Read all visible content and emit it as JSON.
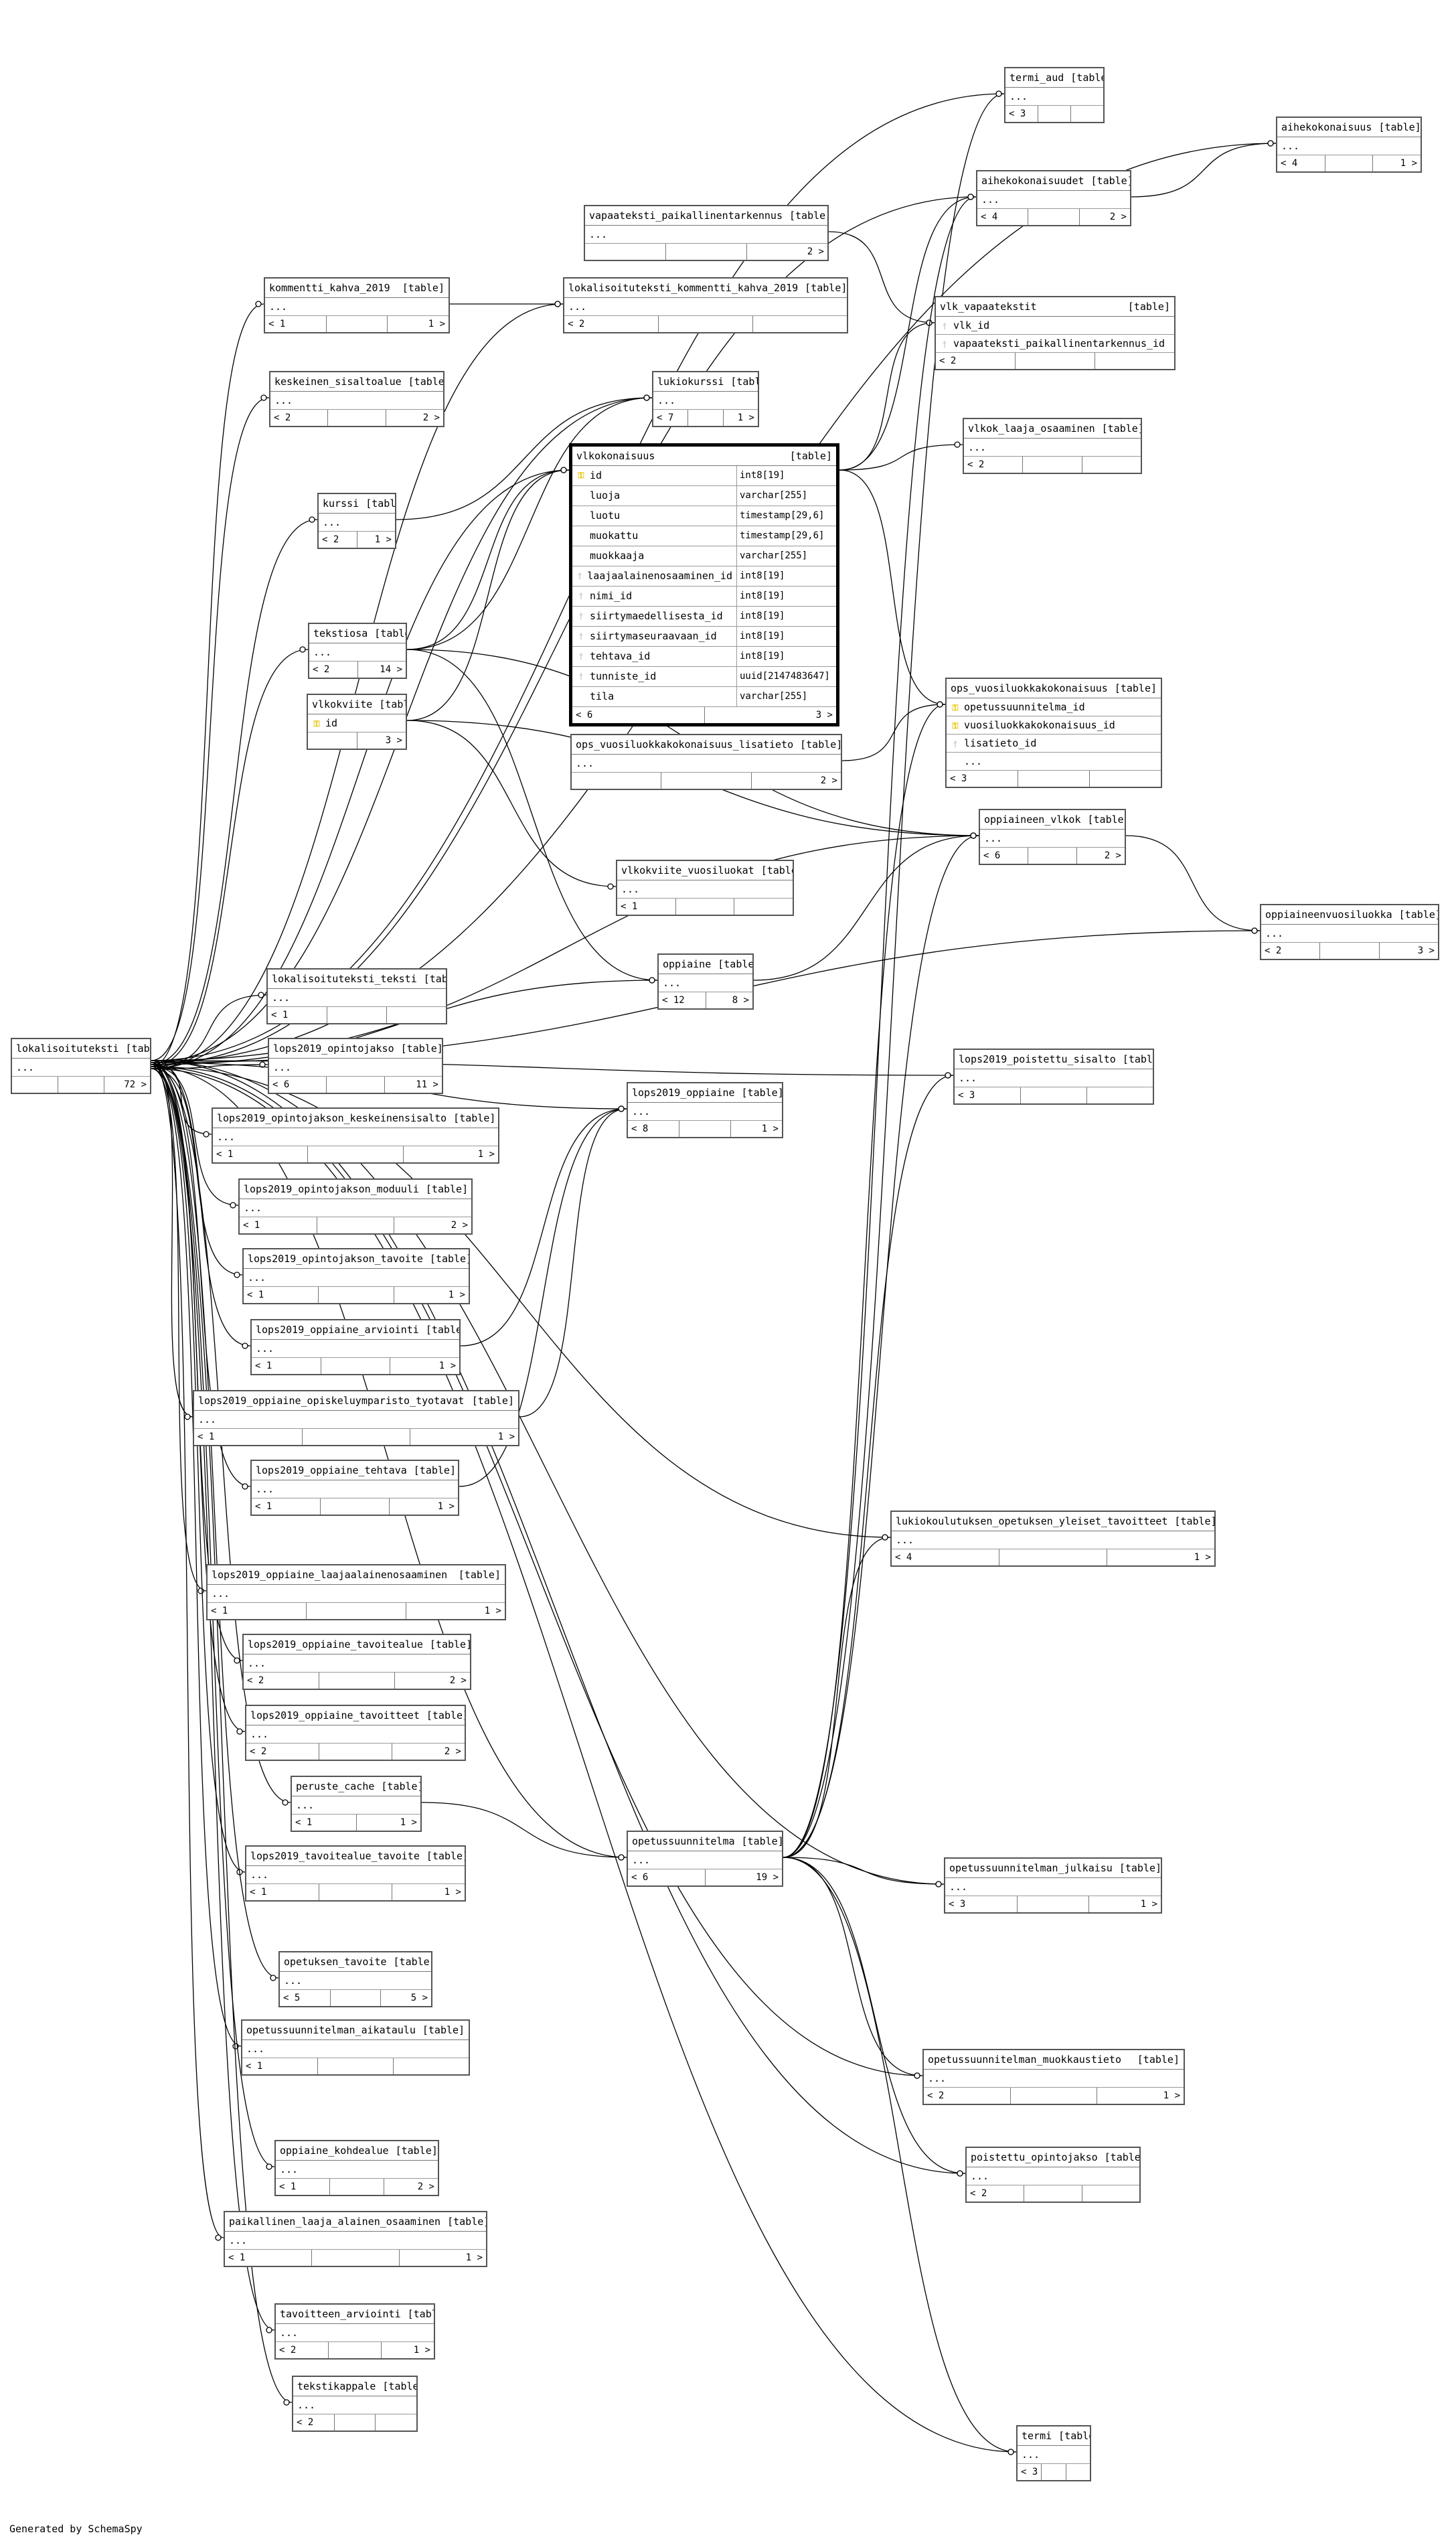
{
  "tables": [
    {
      "id": "termi_aud",
      "name": "termi_aud",
      "kind": "[table]",
      "rows": [
        "..."
      ],
      "footer": [
        "< 3",
        "",
        ""
      ]
    },
    {
      "id": "aihekokonaisuus",
      "name": "aihekokonaisuus",
      "kind": "[table]",
      "rows": [
        "..."
      ],
      "footer": [
        "< 4",
        "",
        "1 >"
      ]
    },
    {
      "id": "aihekokonaisuudet",
      "name": "aihekokonaisuudet",
      "kind": "[table]",
      "rows": [
        "..."
      ],
      "footer": [
        "< 4",
        "",
        "2 >"
      ]
    },
    {
      "id": "vapaateksti_paikallinentarkennus",
      "name": "vapaateksti_paikallinentarkennus",
      "kind": "[table]",
      "rows": [
        "..."
      ],
      "footer": [
        "",
        "",
        "2 >"
      ]
    },
    {
      "id": "kommentti_kahva_2019",
      "name": "kommentti_kahva_2019",
      "kind": "[table]",
      "rows": [
        "..."
      ],
      "footer": [
        "< 1",
        "",
        "1 >"
      ]
    },
    {
      "id": "lokalisoituteksti_kommentti_kahva_2019",
      "name": "lokalisoituteksti_kommentti_kahva_2019",
      "kind": "[table]",
      "rows": [
        "..."
      ],
      "footer": [
        "< 2",
        "",
        ""
      ]
    },
    {
      "id": "vlk_vapaatekstit",
      "name": "vlk_vapaatekstit",
      "kind": "[table]",
      "cols": [
        {
          "name": "vlk_id",
          "icon": "fk"
        },
        {
          "name": "vapaateksti_paikallinentarkennus_id",
          "icon": "fk"
        }
      ],
      "footer": [
        "< 2",
        "",
        ""
      ]
    },
    {
      "id": "keskeinen_sisaltoalue",
      "name": "keskeinen_sisaltoalue",
      "kind": "[table]",
      "rows": [
        "..."
      ],
      "footer": [
        "< 2",
        "",
        "2 >"
      ]
    },
    {
      "id": "lukiokurssi",
      "name": "lukiokurssi",
      "kind": "[table]",
      "rows": [
        "..."
      ],
      "footer": [
        "< 7",
        "",
        "1 >"
      ]
    },
    {
      "id": "vlkok_laaja_osaaminen",
      "name": "vlkok_laaja_osaaminen",
      "kind": "[table]",
      "rows": [
        "..."
      ],
      "footer": [
        "< 2",
        "",
        ""
      ]
    },
    {
      "id": "kurssi",
      "name": "kurssi",
      "kind": "[table]",
      "rows": [
        "..."
      ],
      "footer": [
        "< 2",
        "1 >"
      ]
    },
    {
      "id": "tekstiosa",
      "name": "tekstiosa",
      "kind": "[table]",
      "rows": [
        "..."
      ],
      "footer": [
        "< 2",
        "14 >"
      ]
    },
    {
      "id": "vlkokviite",
      "name": "vlkokviite",
      "kind": "[table]",
      "cols": [
        {
          "name": "id",
          "icon": "pk"
        }
      ],
      "footer": [
        "",
        "3 >"
      ]
    },
    {
      "id": "ops_vuosiluokkakokonaisuus_lisatieto",
      "name": "ops_vuosiluokkakokonaisuus_lisatieto",
      "kind": "[table]",
      "rows": [
        "..."
      ],
      "footer": [
        "",
        "",
        "2 >"
      ]
    },
    {
      "id": "ops_vuosiluokkakokonaisuus",
      "name": "ops_vuosiluokkakokonaisuus",
      "kind": "[table]",
      "cols": [
        {
          "name": "opetussuunnitelma_id",
          "icon": "pk"
        },
        {
          "name": "vuosiluokkakokonaisuus_id",
          "icon": "pk"
        },
        {
          "name": "lisatieto_id",
          "icon": "fk"
        },
        {
          "name": "...",
          "icon": ""
        }
      ],
      "footer": [
        "< 3",
        "",
        ""
      ]
    },
    {
      "id": "oppiaineen_vlkok",
      "name": "oppiaineen_vlkok",
      "kind": "[table]",
      "rows": [
        "..."
      ],
      "footer": [
        "< 6",
        "",
        "2 >"
      ]
    },
    {
      "id": "vlkokviite_vuosiluokat",
      "name": "vlkokviite_vuosiluokat",
      "kind": "[table]",
      "rows": [
        "..."
      ],
      "footer": [
        "< 1",
        "",
        ""
      ]
    },
    {
      "id": "oppiaineenvuosiluokka",
      "name": "oppiaineenvuosiluokka",
      "kind": "[table]",
      "rows": [
        "..."
      ],
      "footer": [
        "< 2",
        "",
        "3 >"
      ]
    },
    {
      "id": "oppiaine",
      "name": "oppiaine",
      "kind": "[table]",
      "rows": [
        "..."
      ],
      "footer": [
        "< 12",
        "8 >"
      ]
    },
    {
      "id": "lokalisoituteksti_teksti",
      "name": "lokalisoituteksti_teksti",
      "kind": "[table]",
      "rows": [
        "..."
      ],
      "footer": [
        "< 1",
        "",
        ""
      ]
    },
    {
      "id": "lokalisoituteksti",
      "name": "lokalisoituteksti",
      "kind": "[table]",
      "rows": [
        "..."
      ],
      "footer": [
        "",
        "",
        "72 >"
      ]
    },
    {
      "id": "lops2019_opintojakso",
      "name": "lops2019_opintojakso",
      "kind": "[table]",
      "rows": [
        "..."
      ],
      "footer": [
        "< 6",
        "",
        "11 >"
      ]
    },
    {
      "id": "lops2019_poistettu_sisalto",
      "name": "lops2019_poistettu_sisalto",
      "kind": "[table]",
      "rows": [
        "..."
      ],
      "footer": [
        "< 3",
        "",
        ""
      ]
    },
    {
      "id": "lops2019_oppiaine",
      "name": "lops2019_oppiaine",
      "kind": "[table]",
      "rows": [
        "..."
      ],
      "footer": [
        "< 8",
        "",
        "1 >"
      ]
    },
    {
      "id": "lops2019_opintojakson_keskeinensisalto",
      "name": "lops2019_opintojakson_keskeinensisalto",
      "kind": "[table]",
      "rows": [
        "..."
      ],
      "footer": [
        "< 1",
        "",
        "1 >"
      ]
    },
    {
      "id": "lops2019_opintojakson_moduuli",
      "name": "lops2019_opintojakson_moduuli",
      "kind": "[table]",
      "rows": [
        "..."
      ],
      "footer": [
        "< 1",
        "",
        "2 >"
      ]
    },
    {
      "id": "lops2019_opintojakson_tavoite",
      "name": "lops2019_opintojakson_tavoite",
      "kind": "[table]",
      "rows": [
        "..."
      ],
      "footer": [
        "< 1",
        "",
        "1 >"
      ]
    },
    {
      "id": "lops2019_oppiaine_arviointi",
      "name": "lops2019_oppiaine_arviointi",
      "kind": "[table]",
      "rows": [
        "..."
      ],
      "footer": [
        "< 1",
        "",
        "1 >"
      ]
    },
    {
      "id": "lops2019_oppiaine_opiskeluymparisto_tyotavat",
      "name": "lops2019_oppiaine_opiskeluymparisto_tyotavat",
      "kind": "[table]",
      "rows": [
        "..."
      ],
      "footer": [
        "< 1",
        "",
        "1 >"
      ]
    },
    {
      "id": "lops2019_oppiaine_tehtava",
      "name": "lops2019_oppiaine_tehtava",
      "kind": "[table]",
      "rows": [
        "..."
      ],
      "footer": [
        "< 1",
        "",
        "1 >"
      ]
    },
    {
      "id": "lukiokoulutuksen_opetuksen_yleiset_tavoitteet",
      "name": "lukiokoulutuksen_opetuksen_yleiset_tavoitteet",
      "kind": "[table]",
      "rows": [
        "..."
      ],
      "footer": [
        "< 4",
        "",
        "1 >"
      ]
    },
    {
      "id": "lops2019_oppiaine_laajaalainenosaaminen",
      "name": "lops2019_oppiaine_laajaalainenosaaminen",
      "kind": "[table]",
      "rows": [
        "..."
      ],
      "footer": [
        "< 1",
        "",
        "1 >"
      ]
    },
    {
      "id": "lops2019_oppiaine_tavoitealue",
      "name": "lops2019_oppiaine_tavoitealue",
      "kind": "[table]",
      "rows": [
        "..."
      ],
      "footer": [
        "< 2",
        "",
        "2 >"
      ]
    },
    {
      "id": "lops2019_oppiaine_tavoitteet",
      "name": "lops2019_oppiaine_tavoitteet",
      "kind": "[table]",
      "rows": [
        "..."
      ],
      "footer": [
        "< 2",
        "",
        "2 >"
      ]
    },
    {
      "id": "peruste_cache",
      "name": "peruste_cache",
      "kind": "[table]",
      "rows": [
        "..."
      ],
      "footer": [
        "< 1",
        "1 >"
      ]
    },
    {
      "id": "opetussuunnitelma",
      "name": "opetussuunnitelma",
      "kind": "[table]",
      "rows": [
        "..."
      ],
      "footer": [
        "< 6",
        "19 >"
      ]
    },
    {
      "id": "lops2019_tavoitealue_tavoite",
      "name": "lops2019_tavoitealue_tavoite",
      "kind": "[table]",
      "rows": [
        "..."
      ],
      "footer": [
        "< 1",
        "",
        "1 >"
      ]
    },
    {
      "id": "opetussuunnitelman_julkaisu",
      "name": "opetussuunnitelman_julkaisu",
      "kind": "[table]",
      "rows": [
        "..."
      ],
      "footer": [
        "< 3",
        "",
        "1 >"
      ]
    },
    {
      "id": "opetuksen_tavoite",
      "name": "opetuksen_tavoite",
      "kind": "[table]",
      "rows": [
        "..."
      ],
      "footer": [
        "< 5",
        "",
        "5 >"
      ]
    },
    {
      "id": "opetussuunnitelman_aikataulu",
      "name": "opetussuunnitelman_aikataulu",
      "kind": "[table]",
      "rows": [
        "..."
      ],
      "footer": [
        "< 1",
        "",
        ""
      ]
    },
    {
      "id": "opetussuunnitelman_muokkaustieto",
      "name": "opetussuunnitelman_muokkaustieto",
      "kind": "[table]",
      "rows": [
        "..."
      ],
      "footer": [
        "< 2",
        "",
        "1 >"
      ]
    },
    {
      "id": "oppiaine_kohdealue",
      "name": "oppiaine_kohdealue",
      "kind": "[table]",
      "rows": [
        "..."
      ],
      "footer": [
        "< 1",
        "",
        "2 >"
      ]
    },
    {
      "id": "poistettu_opintojakso",
      "name": "poistettu_opintojakso",
      "kind": "[table]",
      "rows": [
        "..."
      ],
      "footer": [
        "< 2",
        "",
        ""
      ]
    },
    {
      "id": "paikallinen_laaja_alainen_osaaminen",
      "name": "paikallinen_laaja_alainen_osaaminen",
      "kind": "[table]",
      "rows": [
        "..."
      ],
      "footer": [
        "< 1",
        "",
        "1 >"
      ]
    },
    {
      "id": "tavoitteen_arviointi",
      "name": "tavoitteen_arviointi",
      "kind": "[table]",
      "rows": [
        "..."
      ],
      "footer": [
        "< 2",
        "",
        "1 >"
      ]
    },
    {
      "id": "tekstikappale",
      "name": "tekstikappale",
      "kind": "[table]",
      "rows": [
        "..."
      ],
      "footer": [
        "< 2",
        "",
        ""
      ]
    },
    {
      "id": "termi",
      "name": "termi",
      "kind": "[table]",
      "rows": [
        "..."
      ],
      "footer": [
        "< 3",
        "",
        ""
      ]
    }
  ],
  "focus": {
    "name": "vlkokonaisuus",
    "kind": "[table]",
    "columns": [
      {
        "name": "id",
        "type": "int8[19]",
        "icon": "pk"
      },
      {
        "name": "luoja",
        "type": "varchar[255]",
        "icon": ""
      },
      {
        "name": "luotu",
        "type": "timestamp[29,6]",
        "icon": ""
      },
      {
        "name": "muokattu",
        "type": "timestamp[29,6]",
        "icon": ""
      },
      {
        "name": "muokkaaja",
        "type": "varchar[255]",
        "icon": ""
      },
      {
        "name": "laajaalainenosaaminen_id",
        "type": "int8[19]",
        "icon": "fk"
      },
      {
        "name": "nimi_id",
        "type": "int8[19]",
        "icon": "fk"
      },
      {
        "name": "siirtymaedellisesta_id",
        "type": "int8[19]",
        "icon": "fk"
      },
      {
        "name": "siirtymaseuraavaan_id",
        "type": "int8[19]",
        "icon": "fk"
      },
      {
        "name": "tehtava_id",
        "type": "int8[19]",
        "icon": "fk"
      },
      {
        "name": "tunniste_id",
        "type": "uuid[2147483647]",
        "icon": "fk"
      },
      {
        "name": "tila",
        "type": "varchar[255]",
        "icon": ""
      }
    ],
    "footer": [
      "< 6",
      "3 >"
    ]
  },
  "footer_text": "Generated by SchemaSpy",
  "colors": {
    "border": "#555555",
    "focus_border": "#000000",
    "pk": "#e8c400",
    "fk": "#bbbbbb",
    "edge": "#000000"
  }
}
